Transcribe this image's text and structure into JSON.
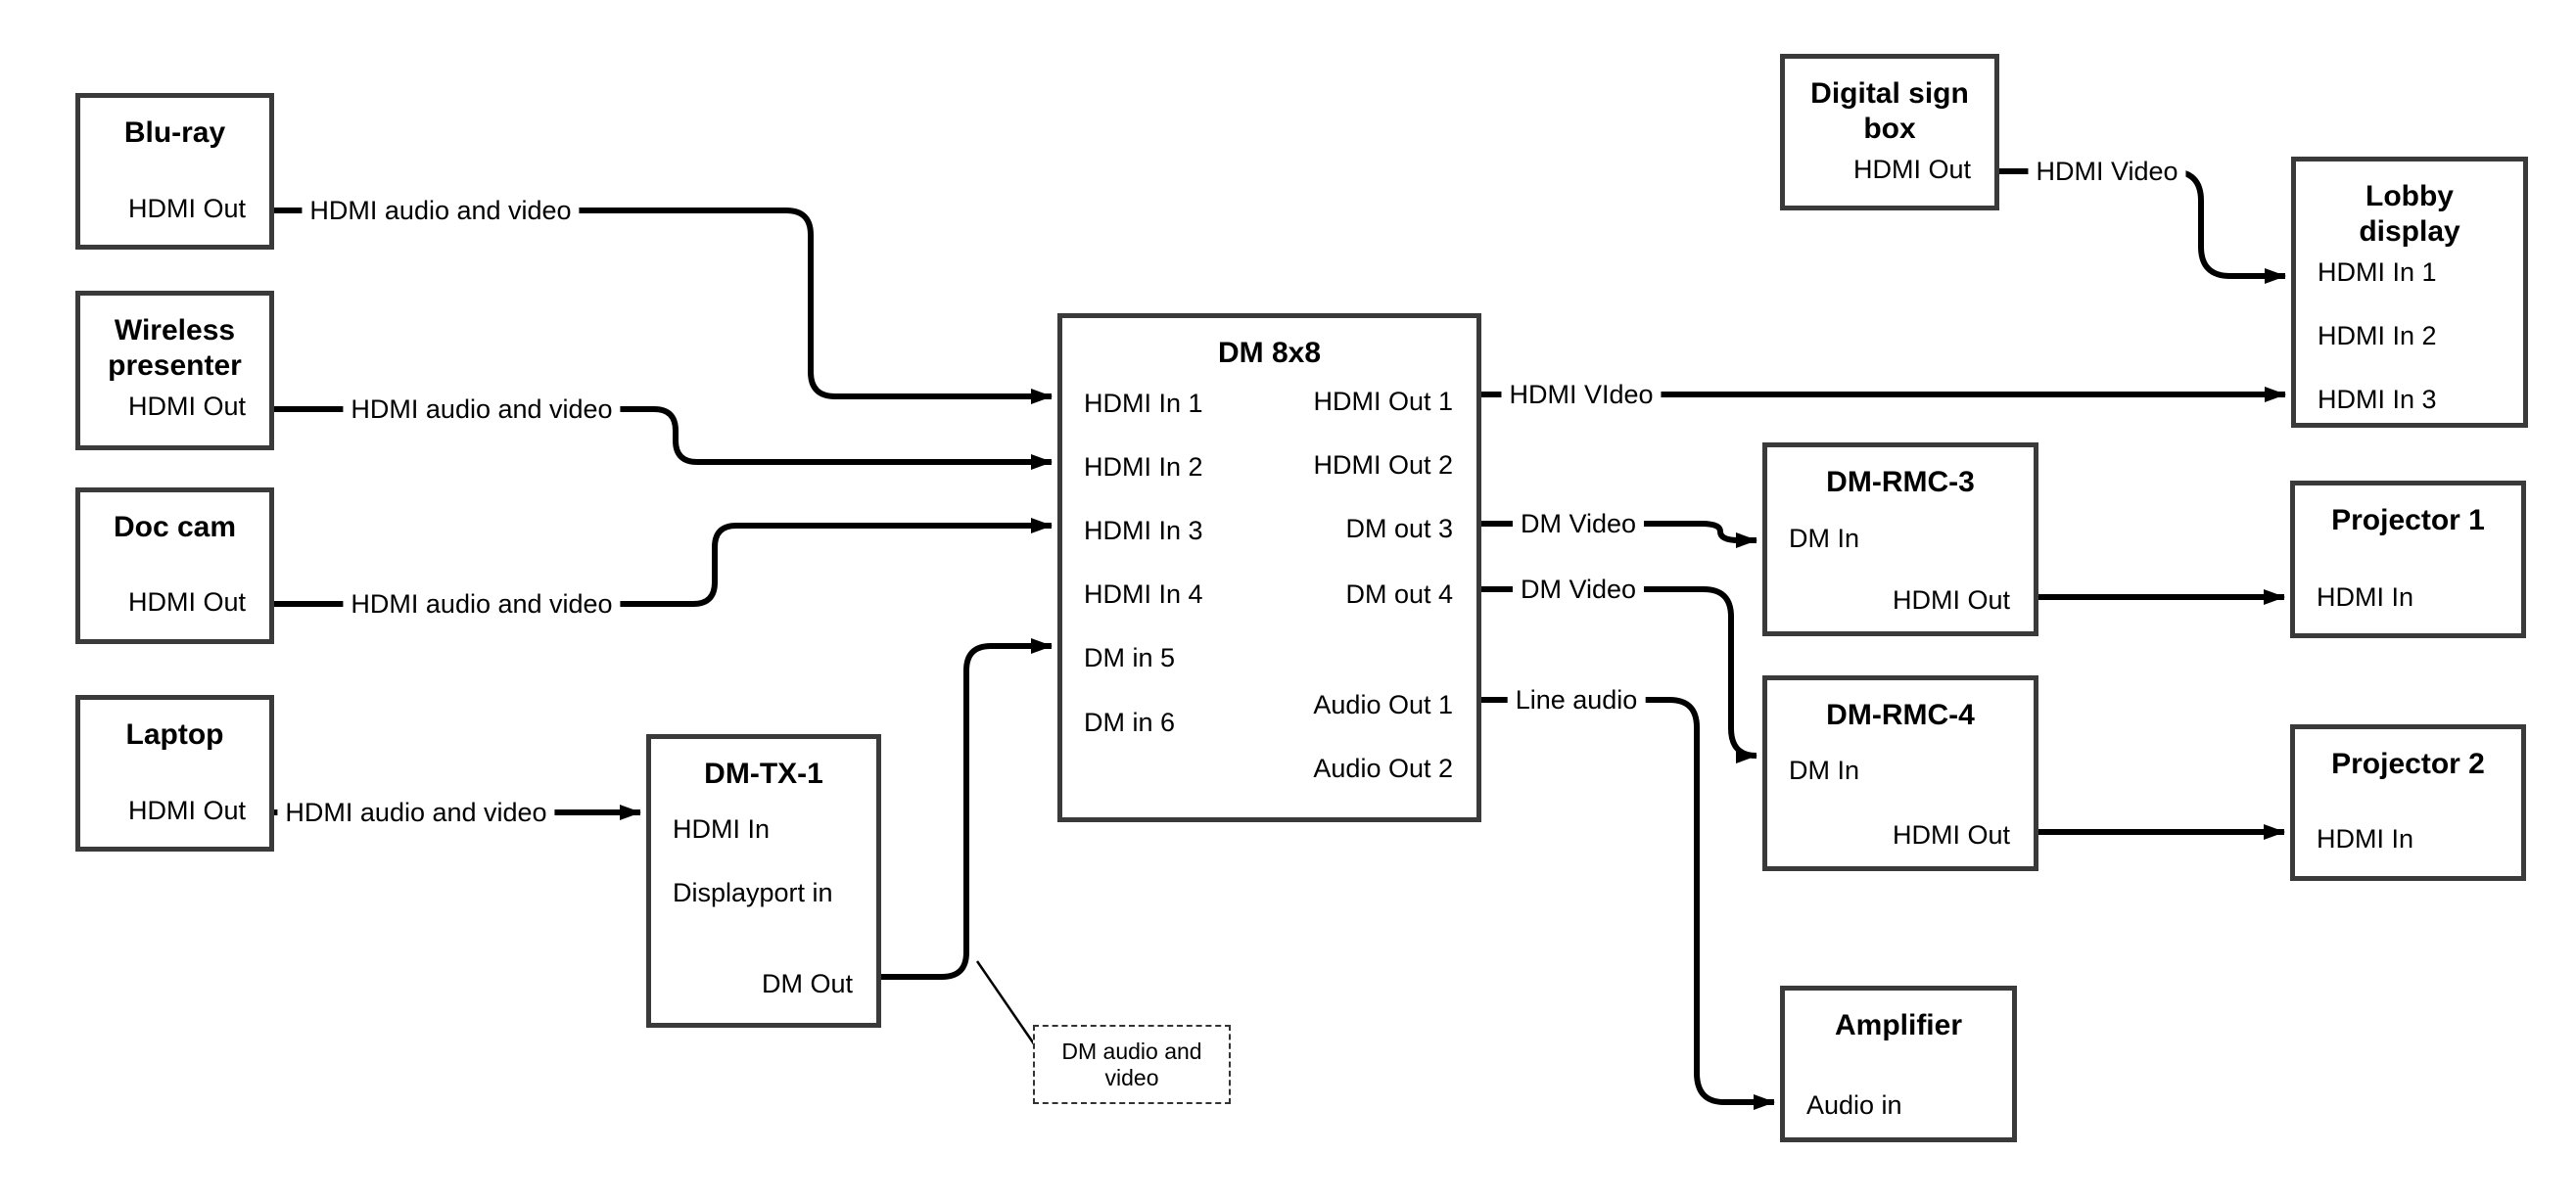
{
  "nodes": {
    "bluray": {
      "title": "Blu-ray",
      "ports": [
        "HDMI Out"
      ]
    },
    "wireless": {
      "title": "Wireless presenter",
      "ports": [
        "HDMI Out"
      ]
    },
    "doccam": {
      "title": "Doc cam",
      "ports": [
        "HDMI Out"
      ]
    },
    "laptop": {
      "title": "Laptop",
      "ports": [
        "HDMI Out"
      ]
    },
    "dmtx1": {
      "title": "DM-TX-1",
      "ports": [
        "HDMI In",
        "Displayport in",
        "DM Out"
      ]
    },
    "dm8x8": {
      "title": "DM 8x8",
      "ports_left": [
        "HDMI In 1",
        "HDMI In 2",
        "HDMI In 3",
        "HDMI In 4",
        "DM in 5",
        "DM in 6"
      ],
      "ports_right": [
        "HDMI Out 1",
        "HDMI Out 2",
        "DM out 3",
        "DM out 4",
        "Audio Out 1",
        "Audio Out 2"
      ]
    },
    "digital": {
      "title": "Digital sign box",
      "ports": [
        "HDMI Out"
      ]
    },
    "lobby": {
      "title": "Lobby display",
      "ports": [
        "HDMI In 1",
        "HDMI In 2",
        "HDMI In 3"
      ]
    },
    "rmc3": {
      "title": "DM-RMC-3",
      "ports": [
        "DM In",
        "HDMI Out"
      ]
    },
    "proj1": {
      "title": "Projector 1",
      "ports": [
        "HDMI In"
      ]
    },
    "rmc4": {
      "title": "DM-RMC-4",
      "ports": [
        "DM In",
        "HDMI Out"
      ]
    },
    "proj2": {
      "title": "Projector 2",
      "ports": [
        "HDMI In"
      ]
    },
    "amp": {
      "title": "Amplifier",
      "ports": [
        "Audio in"
      ]
    }
  },
  "edge_labels": {
    "bluray_to_dm8x8": "HDMI audio and video",
    "wireless_to_dm8x8": "HDMI audio and video",
    "doccam_to_dm8x8": "HDMI audio and video",
    "laptop_to_dmtx1": "HDMI audio and video",
    "hdmi_out1_to_lobby": "HDMI VIdeo",
    "dm_out3_to_rmc3": "DM Video",
    "dm_out4_to_rmc4": "DM Video",
    "audio_out1_to_amp": "Line audio",
    "digital_to_lobby": "HDMI Video"
  },
  "note": {
    "text": "DM audio and video"
  },
  "colors": {
    "line": "#000000",
    "box_border": "#3a3a3a",
    "text": "#000000",
    "background": "#ffffff"
  }
}
